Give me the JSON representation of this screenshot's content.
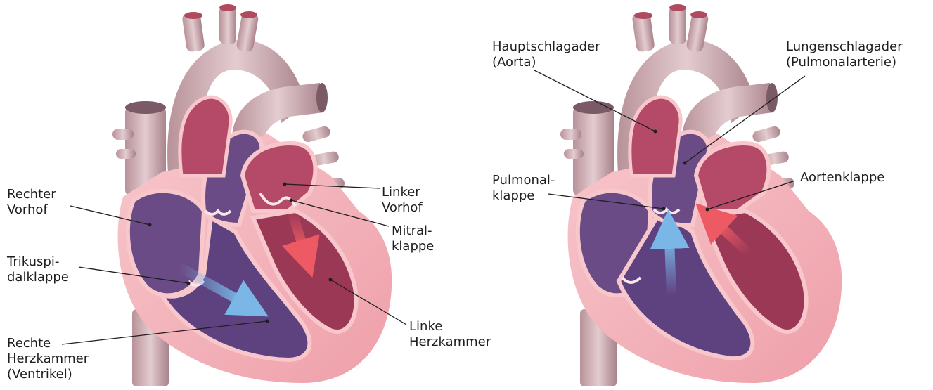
{
  "colors": {
    "vessel_grey": "#c9a8ae",
    "vessel_dark": "#8e6b72",
    "wall_pink": "#f5b8bf",
    "myocardium": "#f2a9b2",
    "right_side": "#6a4b86",
    "right_side_light": "#8a6aa3",
    "left_side": "#b54a68",
    "left_side_dark": "#8f2e4c",
    "arrow_blue": "#7ab7e6",
    "arrow_red": "#ee5a63",
    "valve_white": "#f7e6ea",
    "leader_line": "#1f1f1f"
  },
  "left_diagram": {
    "labels": {
      "rechter_vorhof": "Rechter\nVorhof",
      "trikuspidalklappe": "Trikuspi-\ndalklappe",
      "rechte_herzkammer": "Rechte\nHerzkammer\n(Ventrikel)",
      "linker_vorhof": "Linker\nVorhof",
      "mitralklappe": "Mitral-\nklappe",
      "linke_herzkammer": "Linke\nHerzkammer"
    }
  },
  "right_diagram": {
    "labels": {
      "hauptschlagader": "Hauptschlagader\n(Aorta)",
      "lungenschlagader": "Lungenschlagader\n(Pulmonalarterie)",
      "pulmonalklappe": "Pulmonal-\nklappe",
      "aortenklappe": "Aortenklappe"
    }
  }
}
